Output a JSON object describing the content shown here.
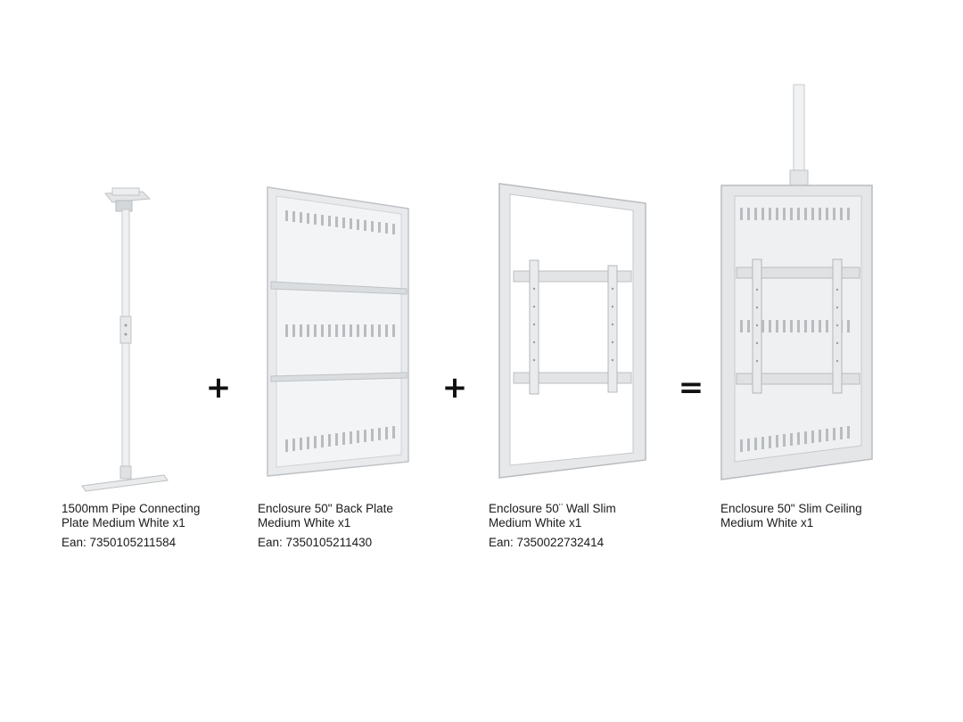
{
  "products": [
    {
      "name_line1": "1500mm Pipe Connecting",
      "name_line2": "Plate Medium White x1",
      "ean": "Ean: 7350105211584"
    },
    {
      "name_line1": "Enclosure 50\" Back Plate",
      "name_line2": "Medium White x1",
      "ean": "Ean: 7350105211430"
    },
    {
      "name_line1": "Enclosure 50¨ Wall Slim",
      "name_line2": "Medium White x1",
      "ean": "Ean: 7350022732414"
    },
    {
      "name_line1": "Enclosure 50\"  Slim Ceiling",
      "name_line2": "Medium White x1"
    }
  ],
  "operators": {
    "plus1": "+",
    "plus2": "+",
    "equals": "="
  },
  "colors": {
    "metal_light": "#f2f3f4",
    "metal_mid": "#dcdee0",
    "metal_dark": "#b9bcbf",
    "text": "#1a1a1a"
  }
}
